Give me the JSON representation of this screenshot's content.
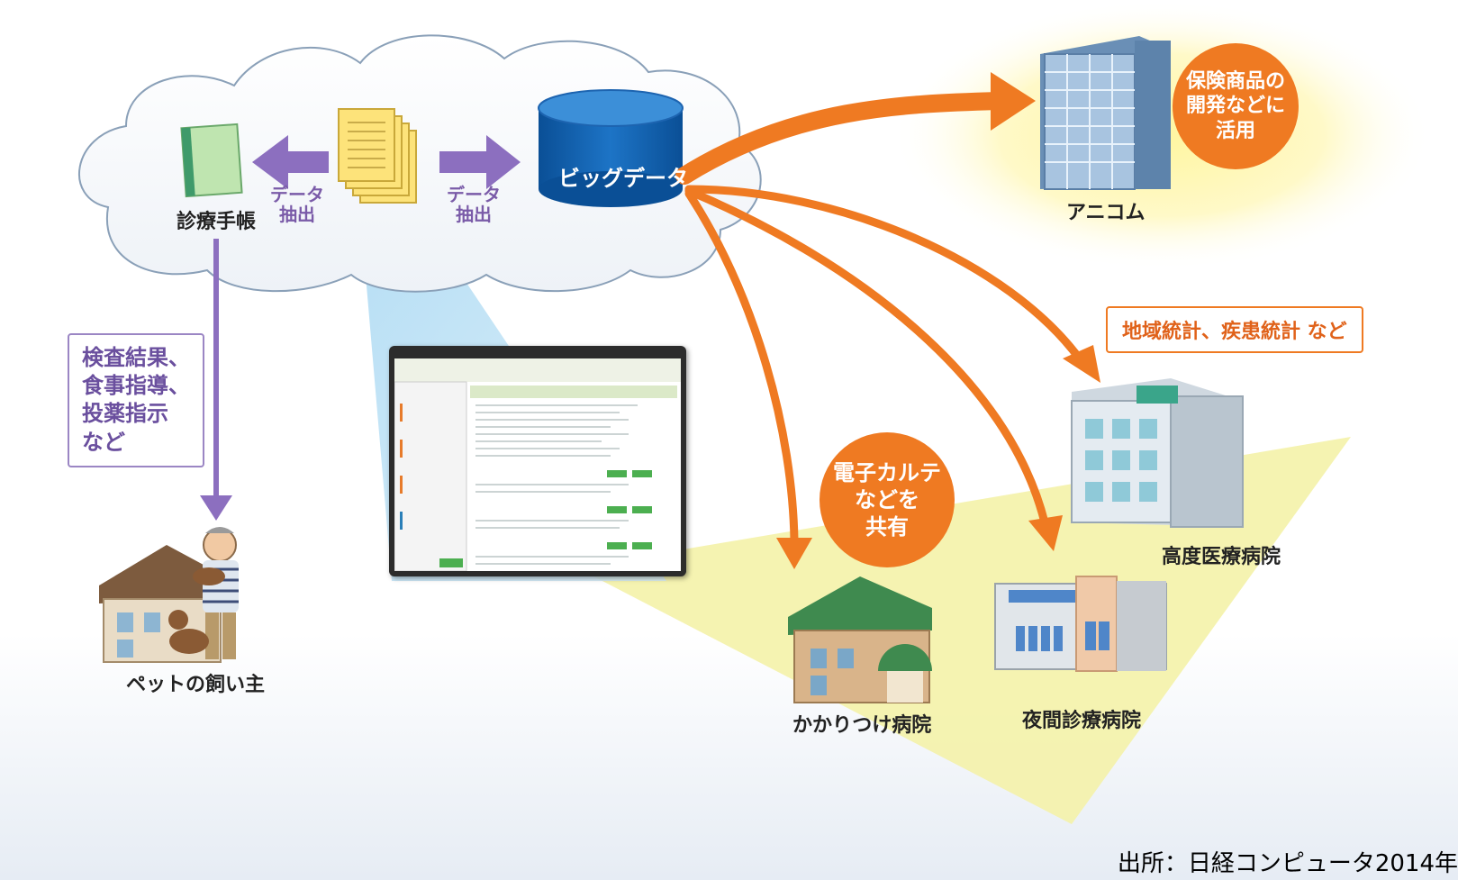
{
  "labels": {
    "notebook": "診療手帳",
    "extract_left": "データ\n抽出",
    "extract_right": "データ\n抽出",
    "big_data": "ビッグデータ",
    "anicom": "アニコム",
    "advanced_hospital": "高度医療病院",
    "night_hospital": "夜間診療病院",
    "family_hospital": "かかりつけ病院",
    "pet_owner": "ペットの飼い主"
  },
  "bubbles": {
    "insurance": "保険商品の\n開発などに\n活用",
    "share": "電子カルテ\nなどを\n共有"
  },
  "callouts": {
    "owner_info": "検査結果、\n食事指導、\n投薬指示\nなど",
    "statistics": "地域統計、疾患統計 など"
  },
  "source": "出所：日経コンピュータ2014年",
  "colors": {
    "orange": "#ef7a22",
    "purple": "#8c6fbf",
    "cylinder": "#0a5aa8",
    "glow": "#fff27a",
    "triangle": "#f4f2a8"
  }
}
